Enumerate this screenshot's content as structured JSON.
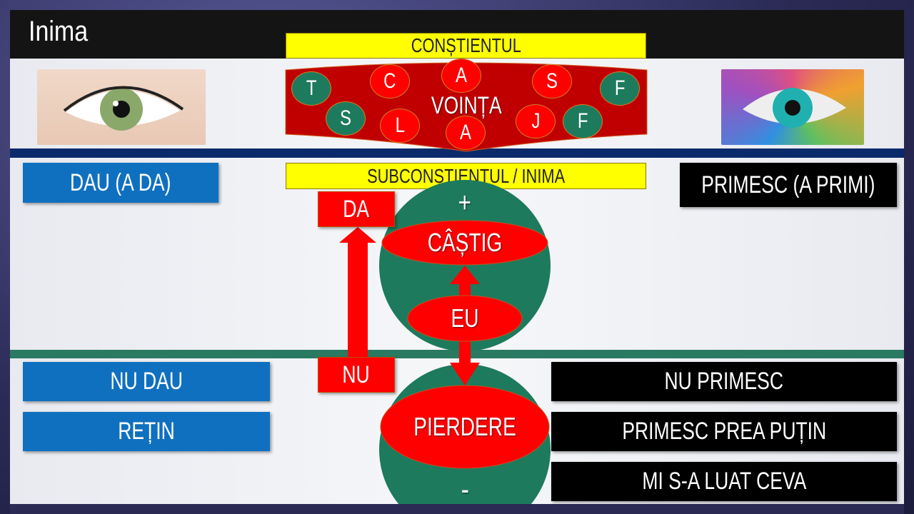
{
  "slide": {
    "title": "Inima"
  },
  "top": {
    "conscious_label": "CONȘTIENTUL",
    "will_label": "VOINȚA",
    "letters": [
      {
        "t": "T",
        "c": "green"
      },
      {
        "t": "S",
        "c": "green"
      },
      {
        "t": "C",
        "c": "red"
      },
      {
        "t": "L",
        "c": "red"
      },
      {
        "t": "A",
        "c": "red"
      },
      {
        "t": "A",
        "c": "red"
      },
      {
        "t": "S",
        "c": "red"
      },
      {
        "t": "J",
        "c": "red"
      },
      {
        "t": "F",
        "c": "green"
      },
      {
        "t": "F",
        "c": "green"
      }
    ]
  },
  "middle": {
    "subconscious_label": "SUBCONȘTIENTUL / INIMA",
    "give": "DAU (A DA)",
    "receive": "PRIMESC (A PRIMI)",
    "yes": "DA",
    "no": "NU",
    "plus": "+",
    "minus": "-",
    "gain": "CÂȘTIG",
    "self": "EU",
    "loss": "PIERDERE"
  },
  "bottom": {
    "left": [
      "NU DAU",
      "REȚIN"
    ],
    "right": [
      "NU PRIMESC",
      "PRIMESC PREA PUȚIN",
      "MI S-A LUAT CEVA"
    ]
  },
  "colors": {
    "red": "#ff0000",
    "green": "#1e7a5c",
    "blue": "#1070c0",
    "yellow": "#ffff00",
    "navy": "#0b2a6b"
  }
}
